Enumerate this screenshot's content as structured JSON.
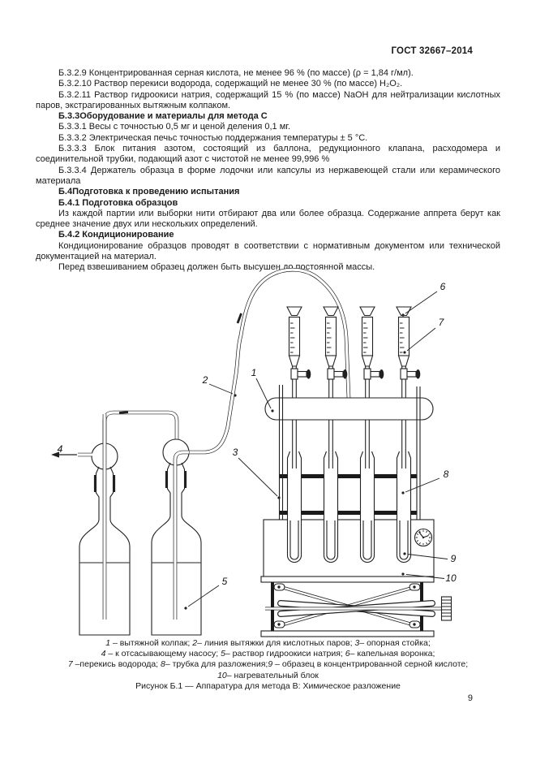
{
  "header": {
    "gost": "ГОСТ 32667–2014"
  },
  "body": {
    "paragraphs": [
      {
        "text": "Б.3.2.9 Концентрированная серная кислота, не менее 96 % (по массе) (ρ = 1,84 г/мл)."
      },
      {
        "text": "Б.3.2.10 Раствор перекиси водорода, содержащий не менее 30 % (по массе) H₂O₂."
      },
      {
        "text": "Б.3.2.11 Раствор гидроокиси натрия, содержащий 15 % (по массе) NaOH для нейтрализации кислотных паров, экстрагированных вытяжным колпаком."
      },
      {
        "text": "Б.3.3Оборудование и материалы для метода С"
      },
      {
        "text": "Б.3.3.1 Весы с точностью 0,5 мг и ценой деления 0,1 мг."
      },
      {
        "text": "Б.3.3.2 Электрическая печьс точностью поддержания температуры ± 5 °С."
      },
      {
        "text": "Б.3.3.3 Блок питания азотом, состоящий из баллона, редукционного клапана, расходомера и соединительной трубки, подающий азот с чистотой не менее 99,996 %"
      },
      {
        "text": "Б.3.3.4 Держатель образца в форме лодочки или капсулы из нержавеющей стали или керамического материала"
      },
      {
        "text": "Б.4Подготовка к проведению испытания"
      },
      {
        "text": "Б.4.1 Подготовка образцов"
      },
      {
        "text": "Из каждой партии или выборки нити отбирают два или более образца. Содержание аппрета берут как среднее значение двух или нескольких определений."
      },
      {
        "text": "Б.4.2 Кондиционирование"
      },
      {
        "text": "Кондиционирование образцов проводят в соответствии с нормативным документом или технической документацией на материал."
      },
      {
        "text": "Перед взвешиванием образец должен быть высушен до постоянной массы."
      }
    ]
  },
  "figure": {
    "labels": [
      "1",
      "2",
      "3",
      "4",
      "5",
      "6",
      "7",
      "8",
      "9",
      "10"
    ],
    "legend": {
      "l1": [
        {
          "n": "1"
        },
        {
          "t": " – вытяжной колпак; "
        },
        {
          "n": "2"
        },
        {
          "t": "– линия вытяжки для кислотных паров; "
        },
        {
          "n": "3"
        },
        {
          "t": "– опорная стойка;"
        }
      ],
      "l2": [
        {
          "n": "4"
        },
        {
          "t": " – к отсасывающему насосу; "
        },
        {
          "n": "5"
        },
        {
          "t": "– раствор гидроокиси натрия; "
        },
        {
          "n": "6"
        },
        {
          "t": "– капельная воронка;"
        }
      ],
      "l3": [
        {
          "n": "7"
        },
        {
          "t": " –перекись водорода; "
        },
        {
          "n": "8"
        },
        {
          "t": "– трубка для разложения;"
        },
        {
          "n": "9"
        },
        {
          "t": " – образец в концентрированной серной кислоте;"
        }
      ],
      "l4": [
        {
          "n": "10"
        },
        {
          "t": "– нагревательный блок"
        }
      ]
    },
    "caption": "Рисунок Б.1 — Аппаратура для метода В: Химическое разложение"
  },
  "page_number": "9"
}
